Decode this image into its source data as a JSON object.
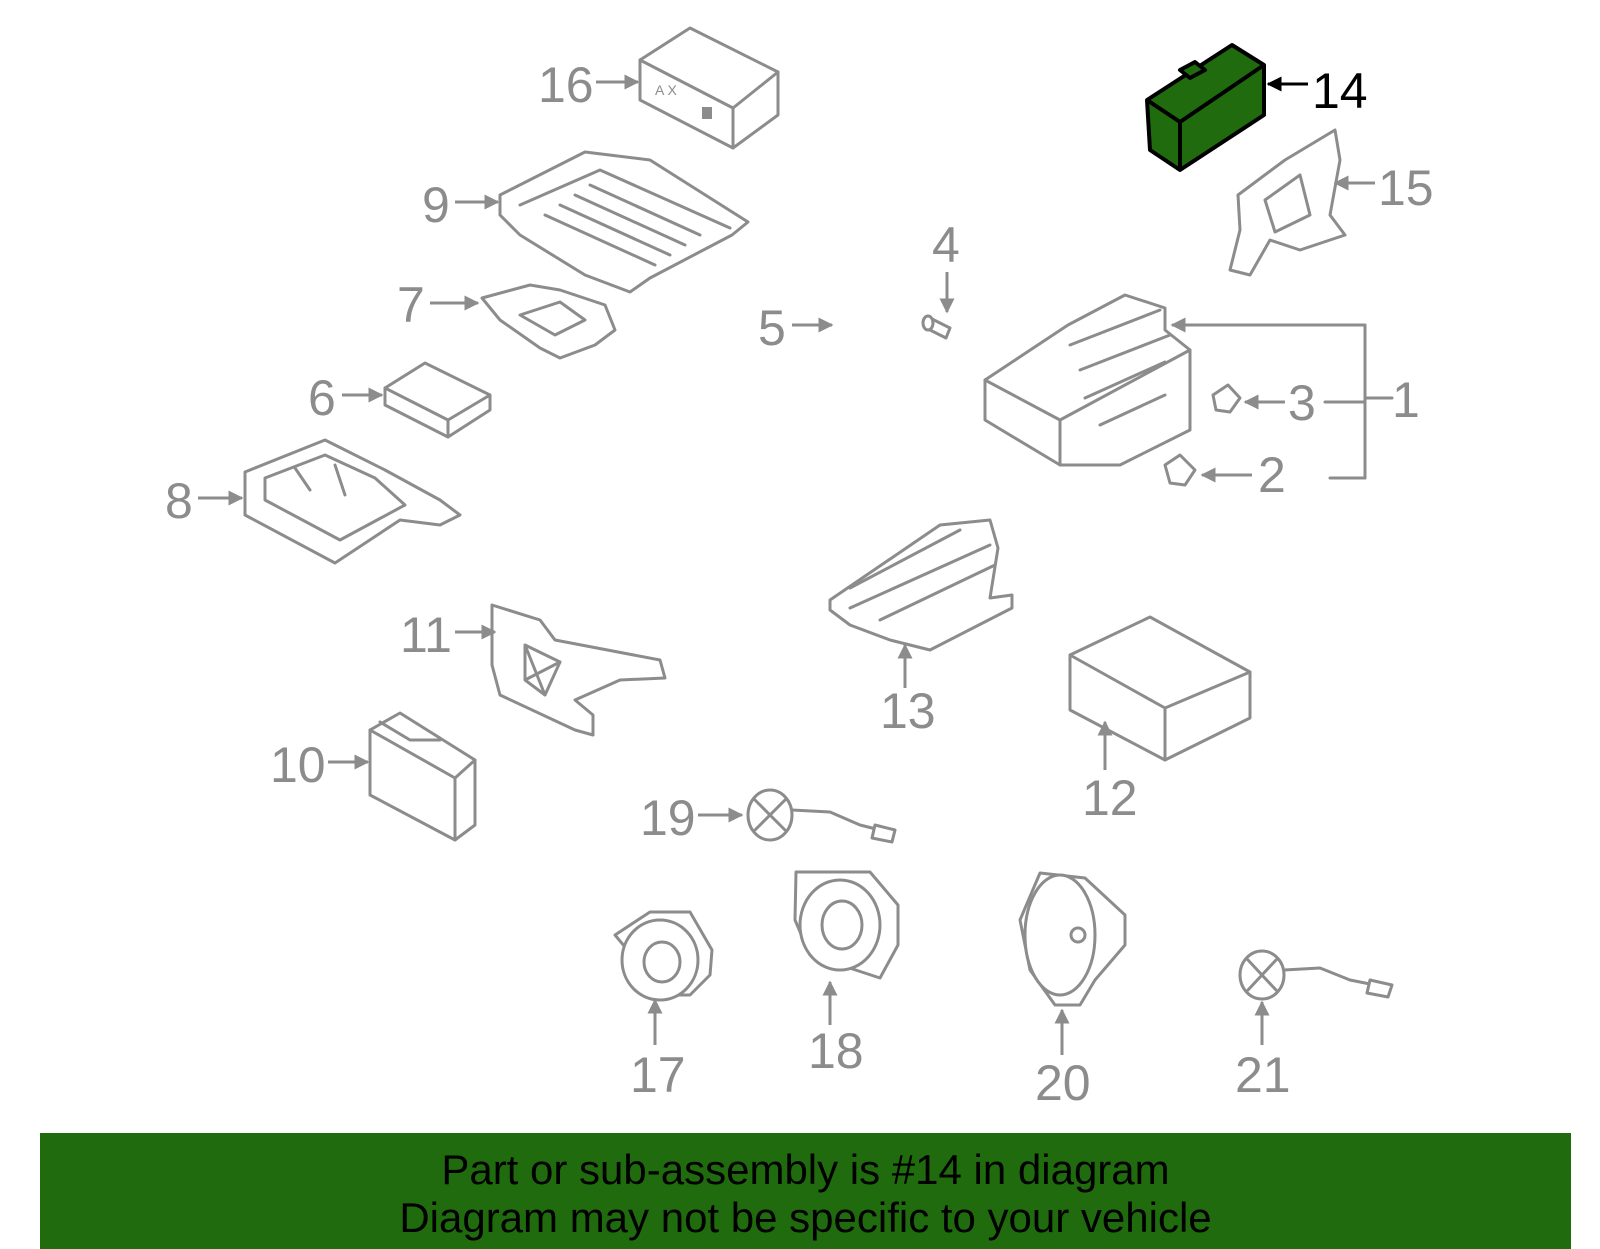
{
  "diagram": {
    "highlighted_part": "14",
    "labels": [
      "1",
      "2",
      "3",
      "4",
      "5",
      "6",
      "7",
      "8",
      "9",
      "10",
      "11",
      "12",
      "13",
      "14",
      "15",
      "16",
      "17",
      "18",
      "19",
      "20",
      "21"
    ],
    "colors": {
      "line": "#8c8c8c",
      "highlight_fill": "#1f6b0e",
      "highlight_stroke": "#000000",
      "banner": "#1f6b0e"
    }
  },
  "banner": {
    "line1": "Part or sub-assembly is #14 in diagram",
    "line2": "Diagram may not be specific to your vehicle"
  }
}
